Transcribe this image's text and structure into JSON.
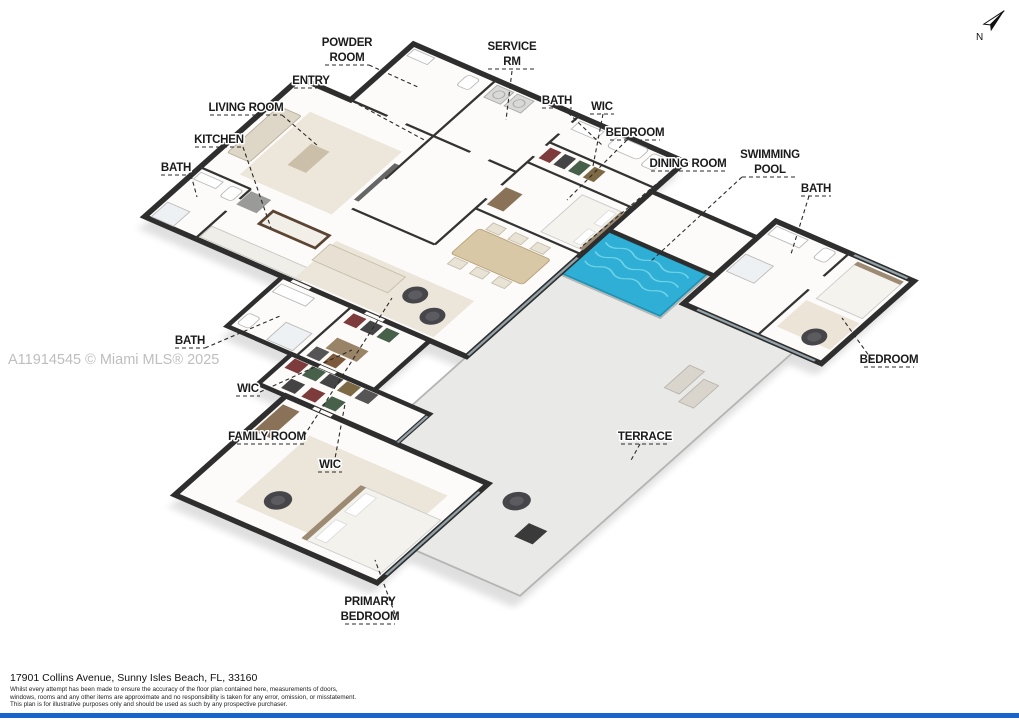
{
  "watermark": {
    "text": "A11914545 © Miami MLS® 2025"
  },
  "compass": {
    "label": "N"
  },
  "labels": {
    "powder_line1": "POWDER",
    "powder_line2": "ROOM",
    "service_line1": "SERVICE",
    "service_line2": "RM",
    "entry": "ENTRY",
    "living_room": "LIVING ROOM",
    "bath_guest": "BATH",
    "wic_guest": "WIC",
    "kitchen": "KITCHEN",
    "bedroom_guest": "BEDROOM",
    "bath_kitchen": "BATH",
    "dining_room": "DINING ROOM",
    "swimming_line1": "SWIMMING",
    "swimming_line2": "POOL",
    "bath_pool": "BATH",
    "bath_mid": "BATH",
    "bedroom_right": "BEDROOM",
    "wic_mid": "WIC",
    "family_room": "FAMILY ROOM",
    "terrace": "TERRACE",
    "wic_lower": "WIC",
    "primary_line1": "PRIMARY",
    "primary_line2": "BEDROOM"
  },
  "footer": {
    "address": "17901 Collins Avenue, Sunny Isles Beach, FL, 33160",
    "disclaimer_line1": "Whilst every attempt has been made to ensure the accuracy of the floor plan contained here, measurements of doors,",
    "disclaimer_line2": "windows, rooms and any other items are approximate and no responsibility is taken for any error, omission, or misstatement.",
    "disclaimer_line3": "This plan is for illustrative purposes only and should be used as such by any prospective purchaser."
  },
  "colors": {
    "pool_water": "#2fafd6",
    "wall": "#2e2e2e",
    "interior_floor": "#fcfbf9",
    "terrace_floor": "#e9e9e7",
    "accent_bar": "#1565cd",
    "watermark_gray": "#b3b3b3"
  }
}
